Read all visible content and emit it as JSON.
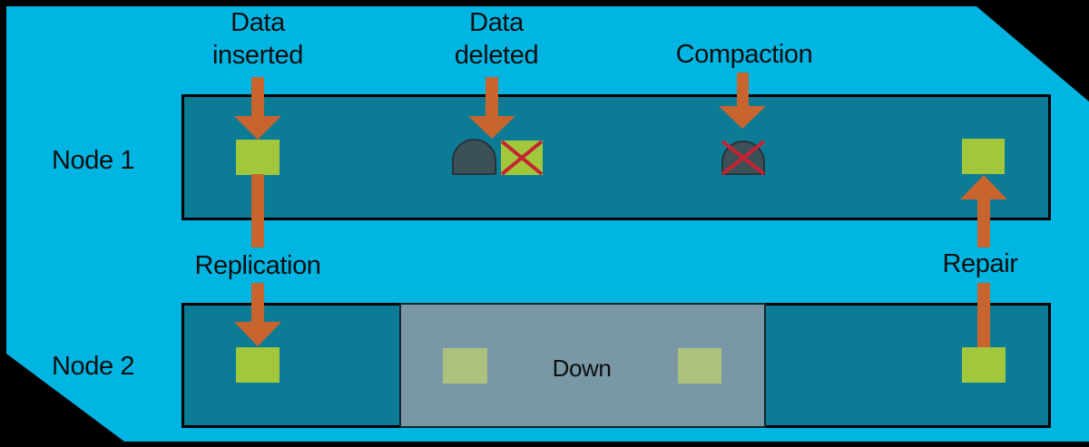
{
  "labels": {
    "node1": "Node 1",
    "node2": "Node 2",
    "data_inserted": "Data inserted",
    "data_deleted": "Data deleted",
    "compaction": "Compaction",
    "replication": "Replication",
    "repair": "Repair",
    "down": "Down"
  },
  "icons": {
    "data_cell": "green-square",
    "tombstone": "dark-dome-tombstone",
    "deleted_data": "green-square-with-red-x",
    "purged_tombstone": "tombstone-with-red-x",
    "flow_arrow": "orange-arrow",
    "unavailable_data_cell": "muted-green-square"
  },
  "colors": {
    "background": "#000000",
    "canvas": "#00b5e2",
    "node_bar": "#0c7b95",
    "data_green": "#a3c73c",
    "data_green_muted": "#adc17e",
    "arrow_orange": "#c8652e",
    "down_overlay": "#7997a5",
    "tombstone": "#3c5058",
    "tombstone_border": "#26343b",
    "cross_red": "#c42331",
    "text": "#0d0f10"
  }
}
